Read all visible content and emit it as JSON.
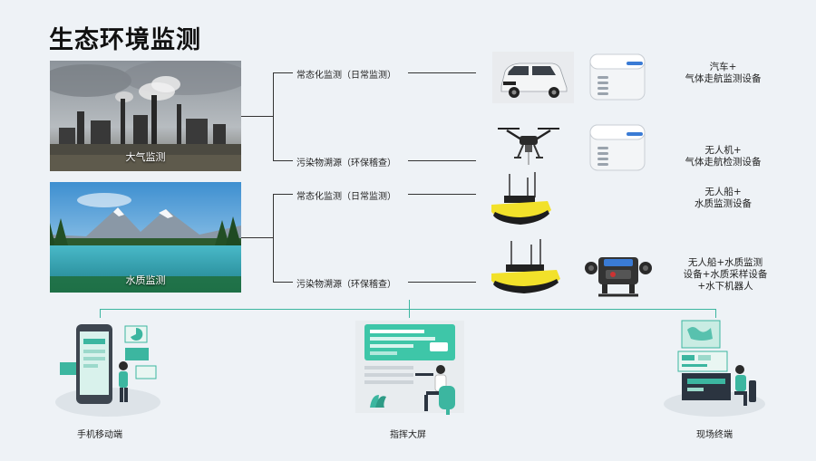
{
  "page": {
    "title": "生态环境监测"
  },
  "categories": [
    {
      "label": "大气监测"
    },
    {
      "label": "水质监测"
    }
  ],
  "branches": [
    {
      "label": "常态化监测（日常监测）"
    },
    {
      "label": "污染物溯源（环保稽查）"
    },
    {
      "label": "常态化监测（日常监测）"
    },
    {
      "label": "污染物溯源（环保稽查）"
    }
  ],
  "devices": [
    {
      "caption_lines": [
        "汽车+",
        "气体走航监测设备"
      ]
    },
    {
      "caption_lines": [
        "无人机+",
        "气体走航检测设备"
      ]
    },
    {
      "caption_lines": [
        "无人船+",
        "水质监测设备"
      ]
    },
    {
      "caption_lines": [
        "无人船+水质监测",
        "设备+水质采样设备",
        "+水下机器人"
      ]
    }
  ],
  "terminals": [
    {
      "label": "手机移动端"
    },
    {
      "label": "指挥大屏"
    },
    {
      "label": "现场终端"
    }
  ],
  "colors": {
    "accent": "#3cb6a0",
    "boat_yellow": "#f2e12a",
    "sensor_blue": "#3a7bd5"
  }
}
